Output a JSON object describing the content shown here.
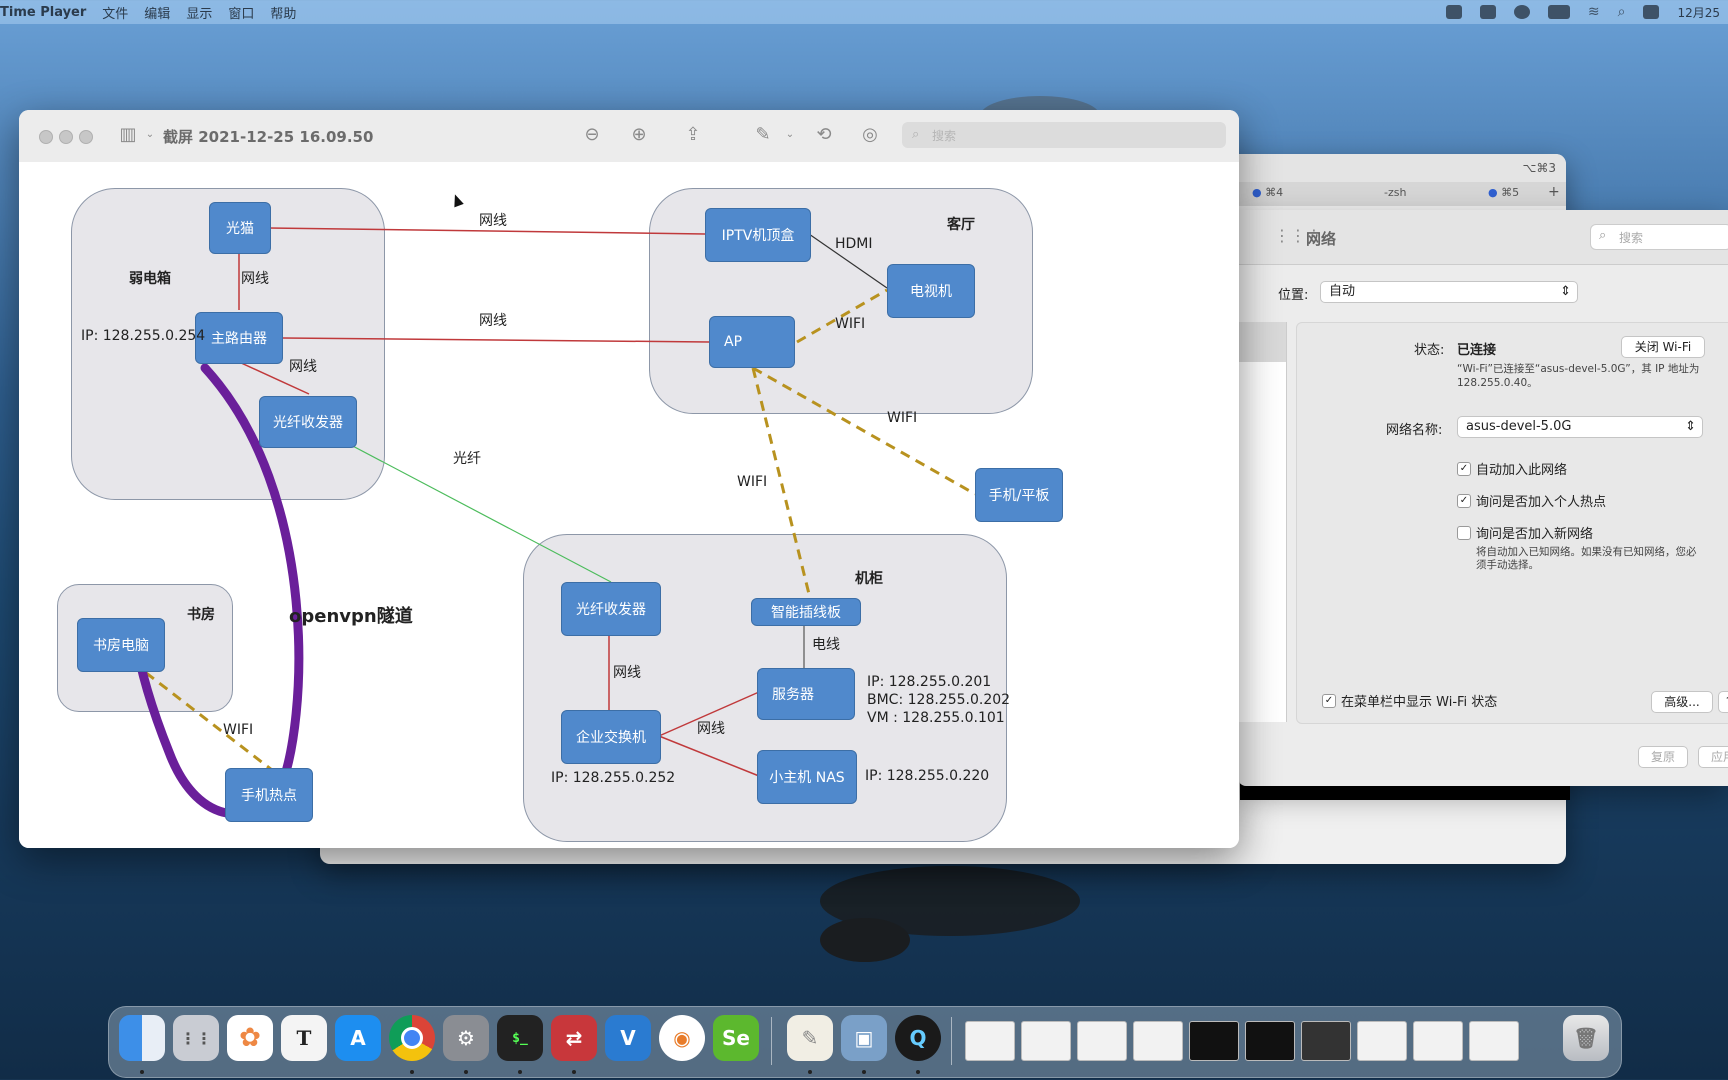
{
  "menubar": {
    "app": "Time Player",
    "items": [
      "文件",
      "编辑",
      "显示",
      "窗口",
      "帮助"
    ],
    "clock": "12月25"
  },
  "preview": {
    "title": "截屏 2021-12-25 16.09.50",
    "search_placeholder": "搜索"
  },
  "diagram": {
    "zones": {
      "weak_box": "弱电箱",
      "living_room": "客厅",
      "study": "书房",
      "cabinet": "机柜"
    },
    "nodes": {
      "modem": "光猫",
      "main_router": "主路由器",
      "fiber_tx_1": "光纤收发器",
      "iptv_box": "IPTV机顶盒",
      "tv": "电视机",
      "ap": "AP",
      "phone_tablet": "手机/平板",
      "study_pc": "书房电脑",
      "phone_hotspot": "手机热点",
      "fiber_tx_2": "光纤收发器",
      "smart_power_strip": "智能插线板",
      "server": "服务器",
      "enterprise_switch": "企业交换机",
      "mini_nas": "小主机 NAS"
    },
    "labels": {
      "ethernet": "网线",
      "hdmi": "HDMI",
      "wifi": "WIFI",
      "fiber": "光纤",
      "power_line": "电线",
      "openvpn": "openvpn隧道",
      "router_ip": "IP: 128.255.0.254",
      "switch_ip": "IP: 128.255.0.252",
      "server_ip": "IP:      128.255.0.201",
      "server_bmc": "BMC: 128.255.0.202",
      "server_vm": "VM  : 128.255.0.101",
      "nas_ip": "IP:        128.255.0.220"
    }
  },
  "terminal": {
    "title": "⌥⌘3",
    "tabs": [
      "⌘4",
      "-zsh",
      "⌘5"
    ]
  },
  "network": {
    "title": "网络",
    "search_placeholder": "搜索",
    "location_label": "位置:",
    "location_value": "自动",
    "status_label": "状态:",
    "status_value": "已连接",
    "turn_off_wifi": "关闭 Wi-Fi",
    "status_desc": "“Wi-Fi”已连接至“asus-devel-5.0G”，其 IP 地址为 128.255.0.40。",
    "network_name_label": "网络名称:",
    "network_name_value": "asus-devel-5.0G",
    "auto_join": "自动加入此网络",
    "ask_hotspot": "询问是否加入个人热点",
    "ask_new": "询问是否加入新网络",
    "ask_new_desc": "将自动加入已知网络。如果没有已知网络，您必须手动选择。",
    "show_in_menubar": "在菜单栏中显示 Wi-Fi 状态",
    "advanced": "高级...",
    "help": "?",
    "revert": "复原",
    "apply": "应用"
  },
  "colors": {
    "node_fill": "#5089cc",
    "zone_fill": "#e7e6ea",
    "ethernet_line": "#c0393b",
    "wifi_line": "#b8921f",
    "fiber_line": "#4cbc5c",
    "vpn_line": "#6a1f9a"
  },
  "dock": {
    "apps": [
      "finder-icon",
      "launchpad-icon",
      "photos-icon",
      "typora-icon",
      "appstore-icon",
      "chrome-icon",
      "settings-icon",
      "terminal-icon",
      "remote-desktop-icon",
      "vscode-icon",
      "vpn-icon",
      "se-icon",
      "textedit-icon",
      "preview-icon",
      "quicktime-icon"
    ],
    "se_label": "Se",
    "vscode_label": "V",
    "terminal_label": "$_"
  }
}
